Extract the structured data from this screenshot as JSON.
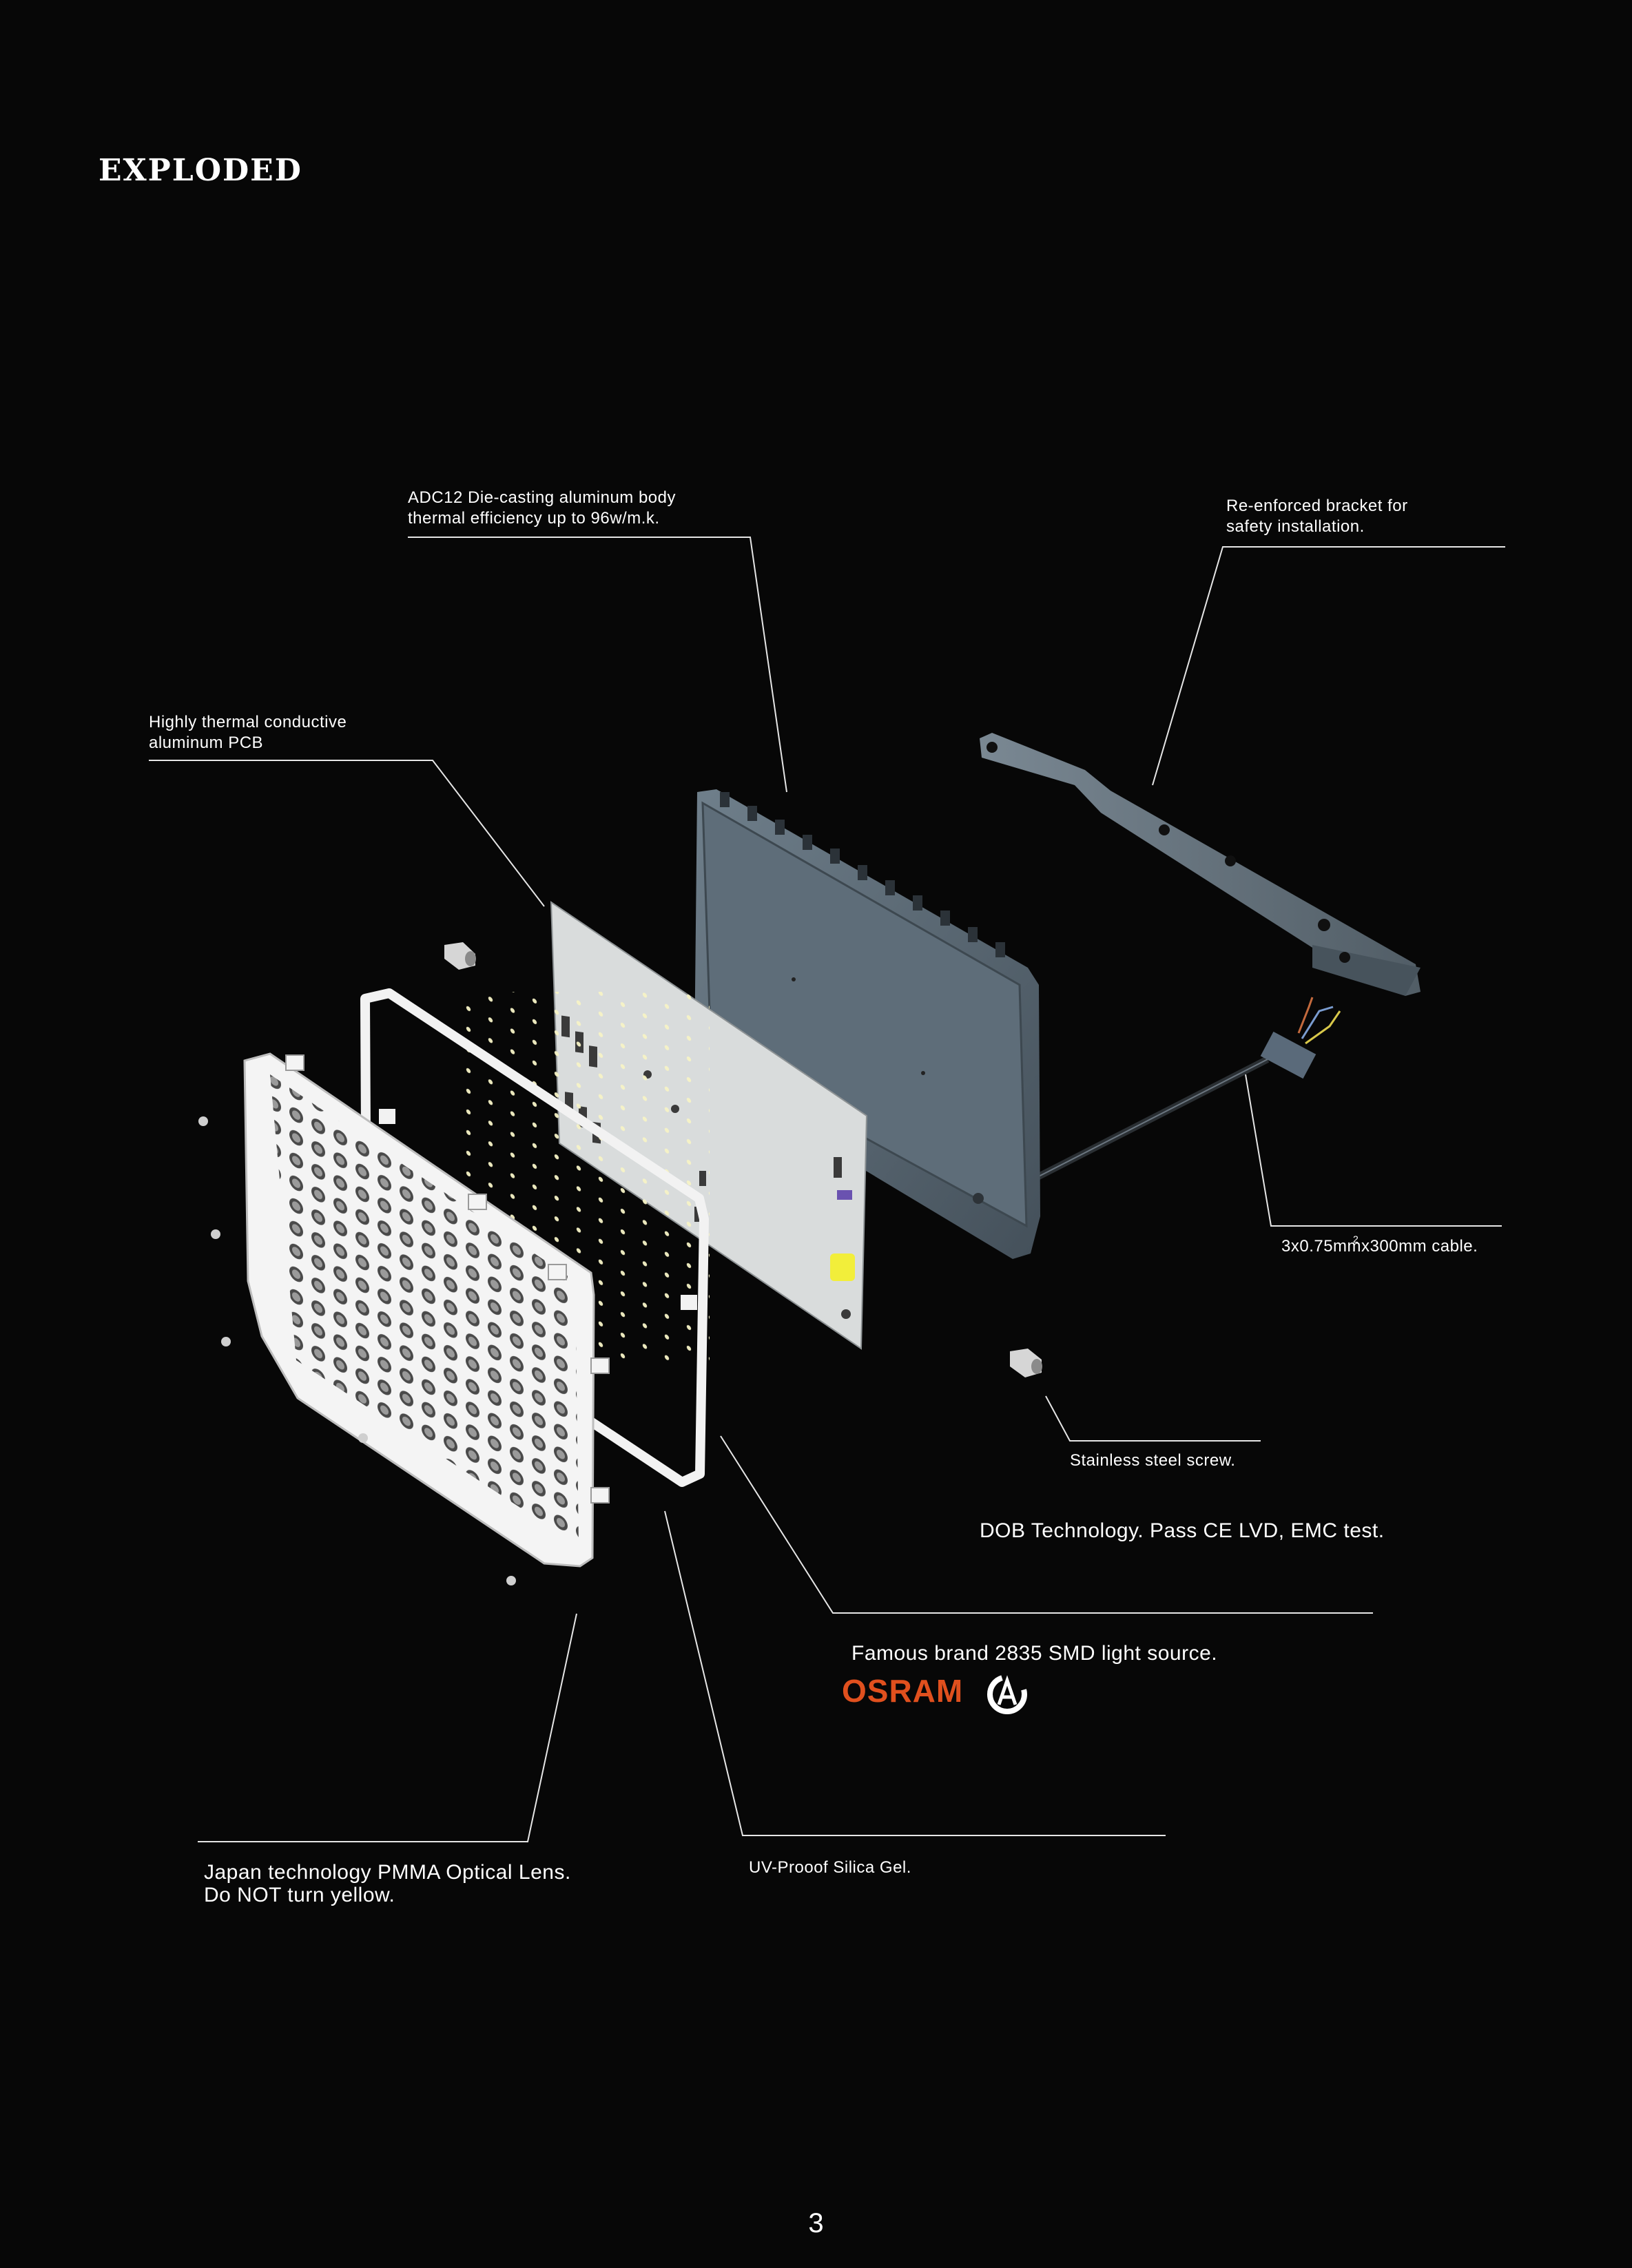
{
  "page": {
    "title": "EXPLODED",
    "page_number": "3"
  },
  "callouts": {
    "body_line1": "ADC12 Die-casting aluminum body",
    "body_line2": "thermal efficiency up to 96w/m.k.",
    "bracket_line1": "Re-enforced bracket for",
    "bracket_line2": "safety installation.",
    "pcb_line1": "Highly thermal conductive",
    "pcb_line2": "aluminum PCB",
    "cable_prefix": "3x0.75mm",
    "cable_sup": "2",
    "cable_suffix": "x300mm cable.",
    "screw": "Stainless steel screw.",
    "dob": "DOB Technology. Pass CE LVD, EMC test.",
    "smd": "Famous brand 2835 SMD light source.",
    "lens_line1": "Japan technology PMMA  Optical Lens.",
    "lens_line2": "Do NOT turn yellow.",
    "gel": "UV-Prooof Silica Gel."
  },
  "brands": {
    "osram": "OSRAM",
    "osram_color": "#e0501e",
    "logo_icon": "circle-a-logo-icon"
  },
  "colors": {
    "background": "#070707",
    "housing": "#5d6c78",
    "pcb": "#d9dcdc",
    "lens": "#f4f4f4",
    "leader_line": "#e6e6e6"
  }
}
